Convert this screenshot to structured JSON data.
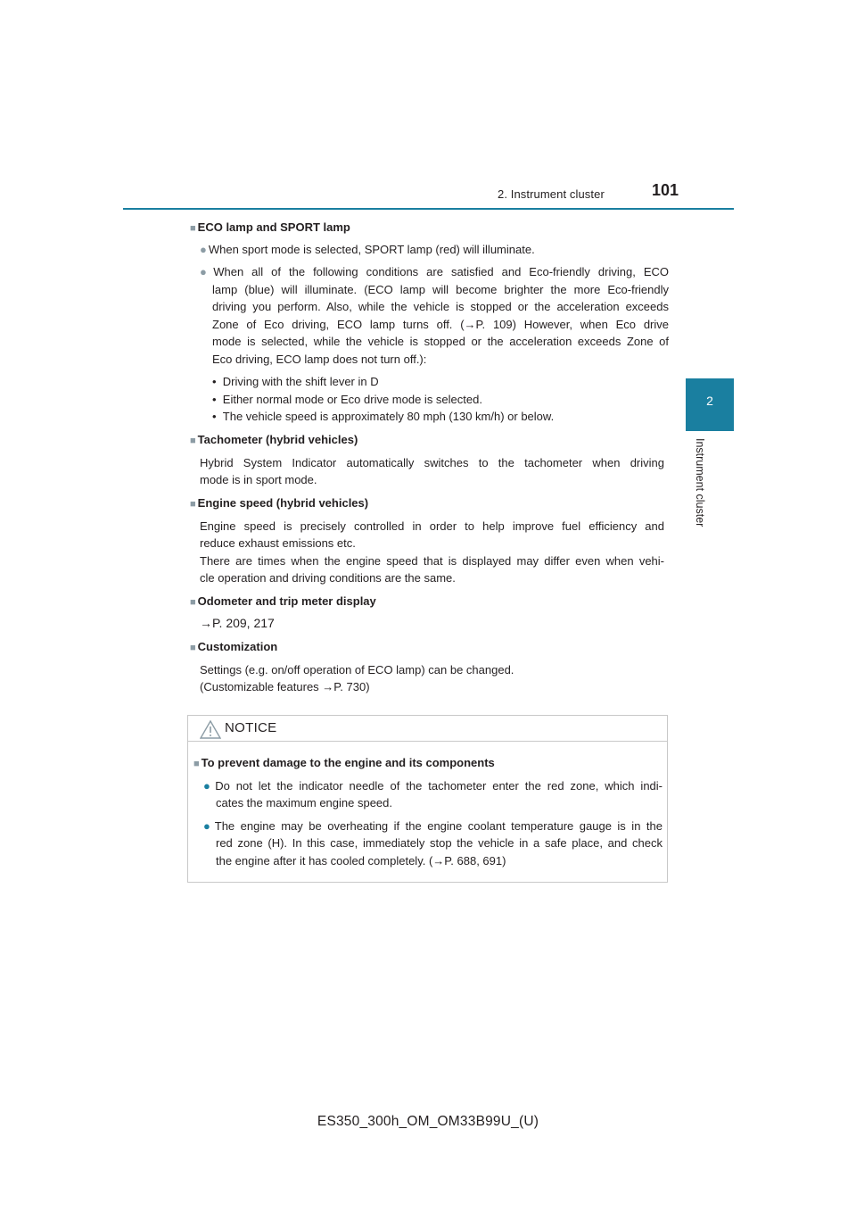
{
  "header": {
    "section": "2. Instrument cluster",
    "page_number": "101"
  },
  "chapter_tab": {
    "number": "2",
    "title": "Instrument cluster"
  },
  "eco_lamp": {
    "title": "ECO lamp and SPORT lamp",
    "bullet1": "When sport mode is selected, SPORT lamp (red) will illuminate.",
    "bullet2_lines": [
      "When all of the following conditions are satisfied and Eco-friendly driving, ECO",
      "lamp (blue) will illuminate. (ECO lamp will become brighter the more Eco-friendly",
      "driving you perform. Also, while the vehicle is stopped or the acceleration exceeds",
      "Zone of Eco driving, ECO lamp turns off. (→P. 109) However, when Eco drive",
      "mode is selected, while the vehicle is stopped or the acceleration exceeds Zone of",
      "Eco driving, ECO lamp does not turn off.):"
    ],
    "sub_items": [
      "Driving with the shift lever in D",
      "Either normal mode or Eco drive mode is selected.",
      "The vehicle speed is approximately 80 mph (130 km/h) or below."
    ]
  },
  "tachometer": {
    "title": "Tachometer (hybrid vehicles)",
    "lines": [
      "Hybrid System Indicator automatically switches to the tachometer when driving",
      "mode is in sport mode."
    ]
  },
  "engine_speed": {
    "title": "Engine speed (hybrid vehicles)",
    "lines": [
      "Engine speed is precisely controlled in order to help improve fuel efficiency and",
      "reduce exhaust emissions etc.",
      "There are times when the engine speed that is displayed may differ even when vehi-",
      "cle operation and driving conditions are the same."
    ]
  },
  "odometer": {
    "title": "Odometer and trip meter display",
    "ref": "→P. 209, 217"
  },
  "customization": {
    "title": "Customization",
    "lines": [
      "Settings (e.g. on/off operation of ECO lamp) can be changed.",
      "(Customizable features →P. 730)"
    ]
  },
  "notice": {
    "label": "NOTICE",
    "title": "To prevent damage to the engine and its components",
    "bullet1_lines": [
      "Do not let the indicator needle of the tachometer enter the red zone, which indi-",
      "cates the maximum engine speed."
    ],
    "bullet2_lines": [
      "The engine may be overheating if the engine coolant temperature gauge is in the",
      "red zone (H). In this case, immediately stop the vehicle in a safe place, and check",
      "the engine after it has cooled completely. (→P. 688, 691)"
    ]
  },
  "footer": {
    "doc_code": "ES350_300h_OM_OM33B99U_(U)"
  },
  "colors": {
    "accent": "#1a7fa0",
    "bullet": "#8c9ca5",
    "text": "#231f20"
  },
  "icons": {
    "square_bullet": "square-bullet-icon",
    "round_bullet": "round-bullet-icon",
    "warning": "warning-triangle-icon"
  }
}
